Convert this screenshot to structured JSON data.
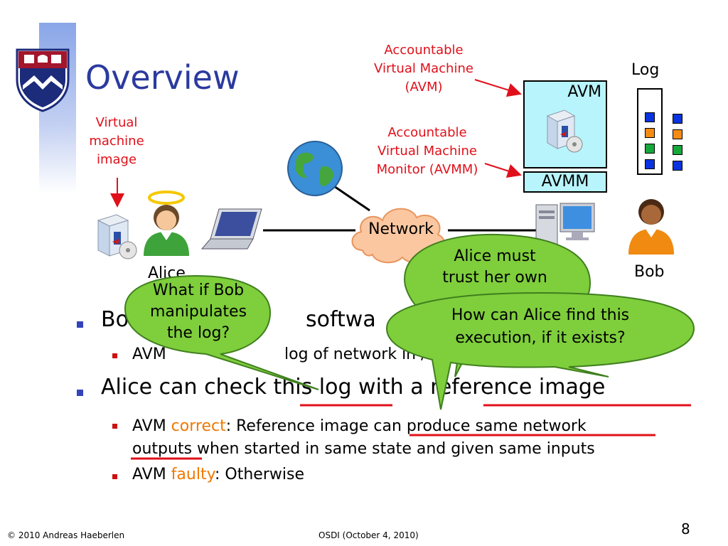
{
  "slide": {
    "title": "Overview",
    "page_number": "8"
  },
  "callouts": {
    "vm_image": [
      "Virtual",
      "machine",
      "image"
    ],
    "avm": [
      "Accountable",
      "Virtual Machine",
      "(AVM)"
    ],
    "avmm": [
      "Accountable",
      "Virtual Machine",
      "Monitor (AVMM)"
    ]
  },
  "diagram": {
    "avm_label": "AVM",
    "avmm_label": "AVMM",
    "log_label": "Log",
    "network_label": "Network",
    "alice_label": "Alice",
    "bob_label": "Bob"
  },
  "bubbles": {
    "bob_manipulates": [
      "What if Bob",
      "manipulates",
      "the log?"
    ],
    "alice_trust": [
      "Alice must",
      "trust her own"
    ],
    "find_execution": [
      "How can Alice find this",
      "execution, if it exists?"
    ]
  },
  "bullets": {
    "b1_visible": "Bo",
    "b1_visible_tail": "softwa",
    "b1_sub_visible": "AVM",
    "b1_sub_tail": "log of network in / o",
    "b2_a": "Alice can check ",
    "b2_b": "this log",
    "b2_c": " with a ",
    "b2_d": "reference image",
    "b2_sub1_a": "AVM ",
    "b2_sub1_b": "correct",
    "b2_sub1_c": ": Reference image ",
    "b2_sub1_d": "can produce same network",
    "b2_sub1_e": "outputs",
    "b2_sub1_f": " when started in same state and given same inputs",
    "b2_sub2_a": "AVM ",
    "b2_sub2_b": "faulty",
    "b2_sub2_c": ": Otherwise"
  },
  "footer": {
    "copyright": "© 2010 Andreas Haeberlen",
    "venue": "OSDI (October 4, 2010)"
  },
  "colors": {
    "title": "#2b3a9e",
    "callout_red": "#e0101a",
    "bubble_green": "#7fce3c",
    "cloud_orange": "#fbc7a0",
    "avm_box": "#b8f4fb",
    "emphasis_orange": "#f07800"
  }
}
